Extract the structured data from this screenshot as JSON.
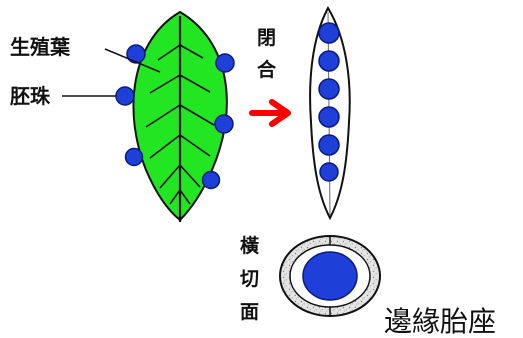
{
  "labels": {
    "sporophyll": "生殖葉",
    "ovule": "胚珠",
    "closing": [
      "閉",
      "合"
    ],
    "cross_section": [
      "橫",
      "切",
      "面"
    ],
    "placentation": "邊緣胎座"
  },
  "colors": {
    "leaf_green": "#22e622",
    "ovule_blue": "#1e3fd8",
    "ovule_dark": "#0a1a80",
    "arrow_red": "#ff0000",
    "outline": "#111111",
    "carpel_wall": "#d8d8d8"
  },
  "icons": {
    "arrow": "right-arrow-icon"
  }
}
